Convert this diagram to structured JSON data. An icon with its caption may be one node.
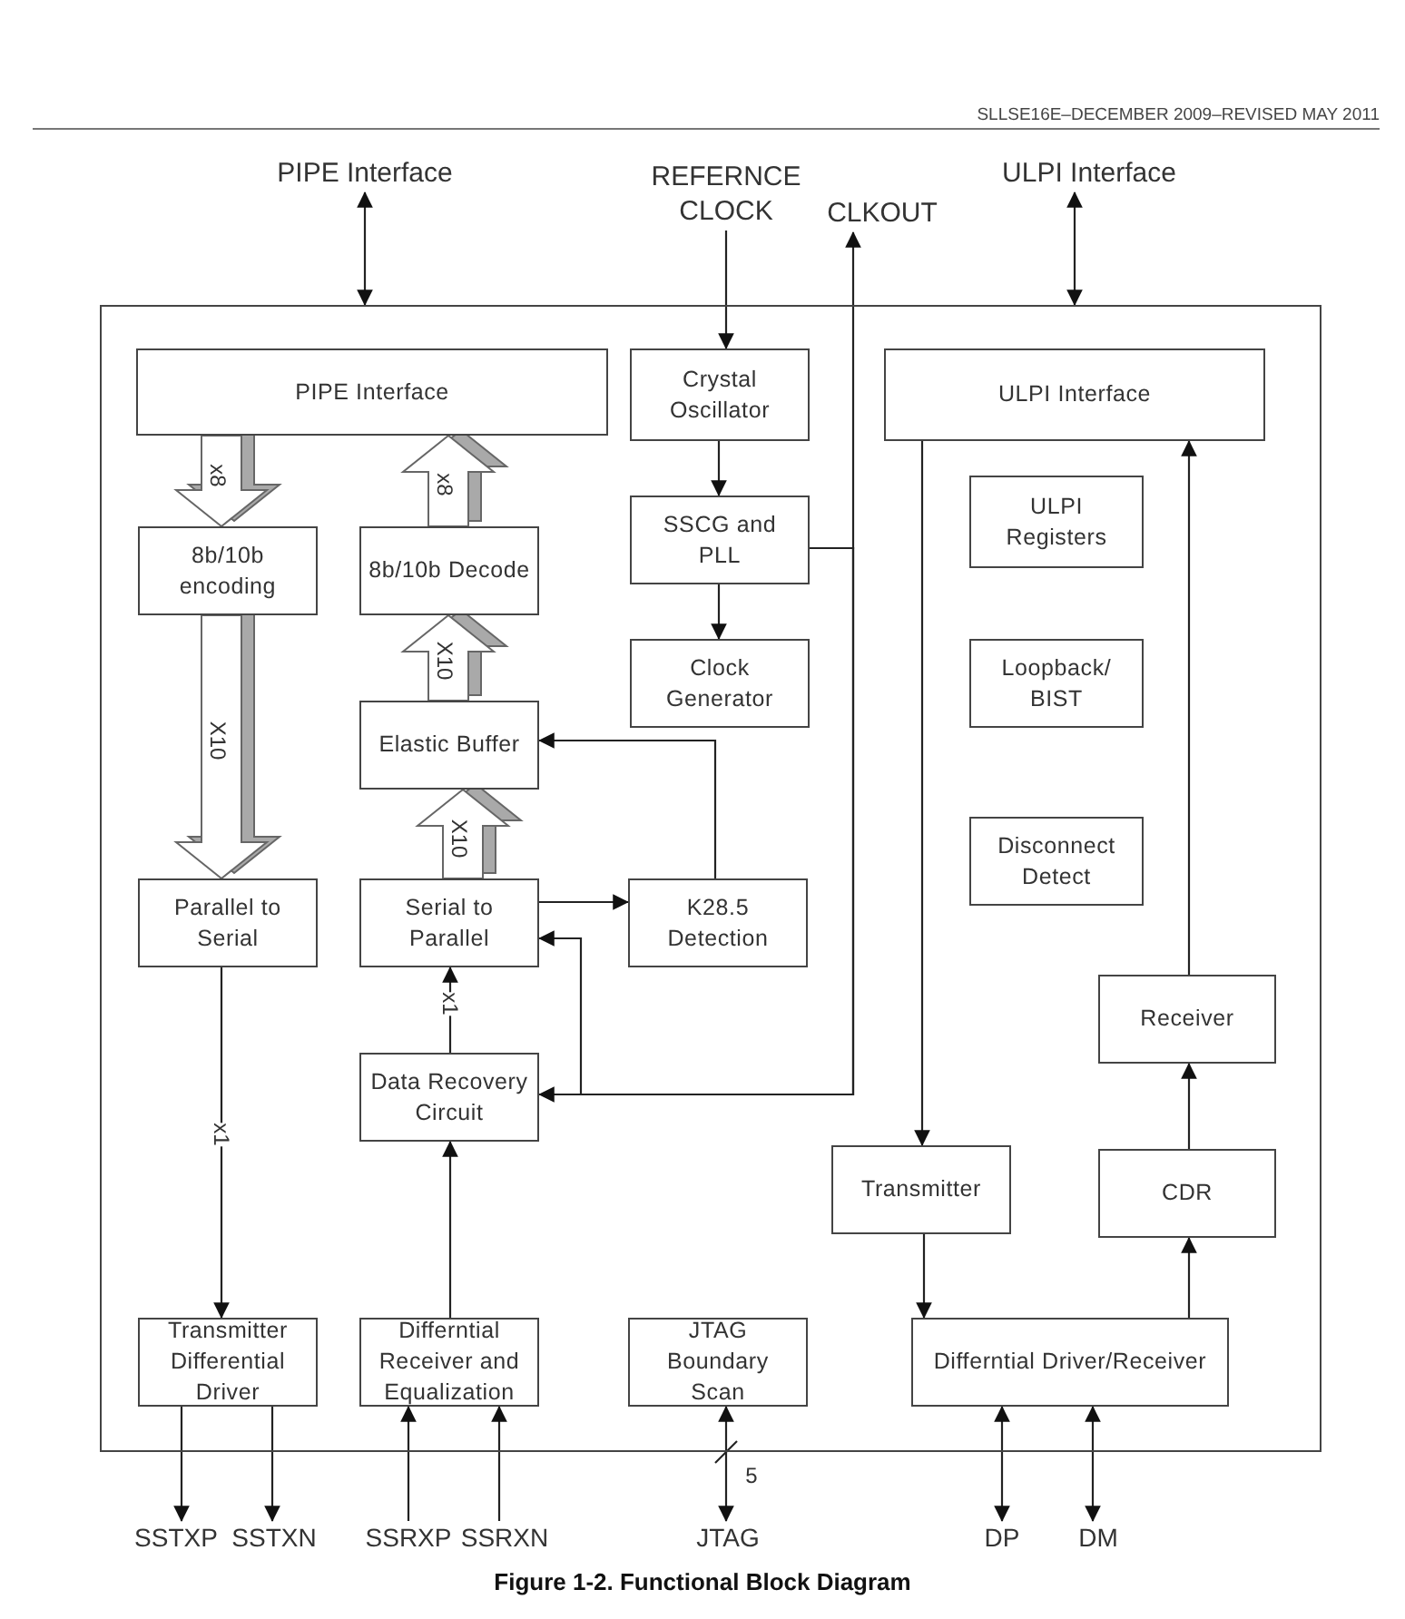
{
  "diagram": {
    "caption": "Figure 1-2. Functional Block Diagram",
    "nodes": [
      {
        "text": [],
        "shape": "box"
      },
      {
        "text": [
          "PIPE Interface"
        ]
      },
      {
        "text": [
          "REFERNCE CLOCK"
        ]
      },
      {
        "text": [
          "CLKOUT"
        ]
      },
      {
        "text": [
          "ULPI Interface"
        ]
      },
      {
        "text": [
          "PIPE Interface"
        ],
        "in": 0
      },
      {
        "text": [
          "Crystal Oscillator"
        ],
        "in": 0
      },
      {
        "text": [
          "ULPI Interface"
        ],
        "in": 0
      },
      {
        "text": [
          "8b/10b encoding"
        ],
        "in": 0
      },
      {
        "text": [
          "8b/10b Decode"
        ],
        "in": 0
      },
      {
        "text": [
          "SSCG and PLL"
        ],
        "in": 0
      },
      {
        "text": [
          "ULPI Registers"
        ],
        "in": 0
      },
      {
        "text": [
          "Clock Generator"
        ],
        "in": 0
      },
      {
        "text": [
          "Loopback/ BIST"
        ],
        "in": 0
      },
      {
        "text": [
          "Elastic Buffer"
        ],
        "in": 0
      },
      {
        "text": [
          "Disconnect Detect"
        ],
        "in": 0
      },
      {
        "text": [
          "Parallel to Serial"
        ],
        "in": 0
      },
      {
        "text": [
          "Serial to Parallel"
        ],
        "in": 0
      },
      {
        "text": [
          "K28.5 Detection"
        ],
        "in": 0
      },
      {
        "text": [
          "Receiver"
        ],
        "in": 0
      },
      {
        "text": [
          "Data Recovery Circuit"
        ],
        "in": 0
      },
      {
        "text": [
          "Transmitter"
        ],
        "in": 0
      },
      {
        "text": [
          "CDR"
        ],
        "in": 0
      },
      {
        "text": [
          "Transmitter Differential Driver"
        ],
        "in": 0
      },
      {
        "text": [
          "Differntial Receiver and Equalization"
        ],
        "in": 0
      },
      {
        "text": [
          "JTAG Boundary Scan"
        ],
        "in": 0
      },
      {
        "text": [
          "Differntial Driver/Receiver"
        ],
        "in": 0
      },
      {
        "text": [
          "SSTXP"
        ]
      },
      {
        "text": [
          "SSTXN"
        ]
      },
      {
        "text": [
          "SSRXP"
        ]
      },
      {
        "text": [
          "SSRXN"
        ]
      },
      {
        "text": [
          "JTAG"
        ]
      },
      {
        "text": [
          "DP"
        ]
      },
      {
        "text": [
          "DM"
        ]
      }
    ],
    "edges": [
      {
        "from": 1,
        "to": 0,
        "arrow": "both"
      },
      {
        "from": 2,
        "to": 6,
        "arrow": "to"
      },
      {
        "from": 4,
        "to": 0,
        "arrow": "both"
      },
      {
        "from": 5,
        "to": 8,
        "arrow": "to",
        "style": "thick",
        "label": "x8"
      },
      {
        "from": 9,
        "to": 5,
        "arrow": "to",
        "style": "thick",
        "label": "x8"
      },
      {
        "from": 6,
        "to": 10,
        "arrow": "to"
      },
      {
        "from": 10,
        "to": 3,
        "arrow": "to"
      },
      {
        "from": 10,
        "to": 12,
        "arrow": "to"
      },
      {
        "from": 10,
        "to": 20,
        "arrow": "to"
      },
      {
        "from": 10,
        "to": 17,
        "arrow": "to"
      },
      {
        "from": 8,
        "to": 16,
        "arrow": "to",
        "style": "thick",
        "label": "X10"
      },
      {
        "from": 14,
        "to": 9,
        "arrow": "to",
        "style": "thick",
        "label": "X10"
      },
      {
        "from": 17,
        "to": 14,
        "arrow": "to",
        "style": "thick",
        "label": "X10"
      },
      {
        "from": 18,
        "to": 14,
        "arrow": "to"
      },
      {
        "from": 17,
        "to": 18,
        "arrow": "to"
      },
      {
        "from": 20,
        "to": 17,
        "arrow": "to",
        "label": "x1"
      },
      {
        "from": 16,
        "to": 23,
        "arrow": "to",
        "label": "x1"
      },
      {
        "from": 24,
        "to": 20,
        "arrow": "to"
      },
      {
        "from": 7,
        "to": 21,
        "arrow": "to"
      },
      {
        "from": 19,
        "to": 7,
        "arrow": "to"
      },
      {
        "from": 22,
        "to": 19,
        "arrow": "to"
      },
      {
        "from": 26,
        "to": 22,
        "arrow": "to"
      },
      {
        "from": 21,
        "to": 26,
        "arrow": "to"
      },
      {
        "from": 23,
        "to": 27,
        "arrow": "to"
      },
      {
        "from": 23,
        "to": 28,
        "arrow": "to"
      },
      {
        "from": 29,
        "to": 24,
        "arrow": "to"
      },
      {
        "from": 30,
        "to": 24,
        "arrow": "to"
      },
      {
        "from": 25,
        "to": 31,
        "arrow": "both",
        "label": "5"
      },
      {
        "from": 26,
        "to": 32,
        "arrow": "both"
      },
      {
        "from": 26,
        "to": 33,
        "arrow": "both"
      }
    ],
    "labels": [
      "SLLSE16E–DECEMBER 2009–REVISED MAY 2011"
    ]
  }
}
